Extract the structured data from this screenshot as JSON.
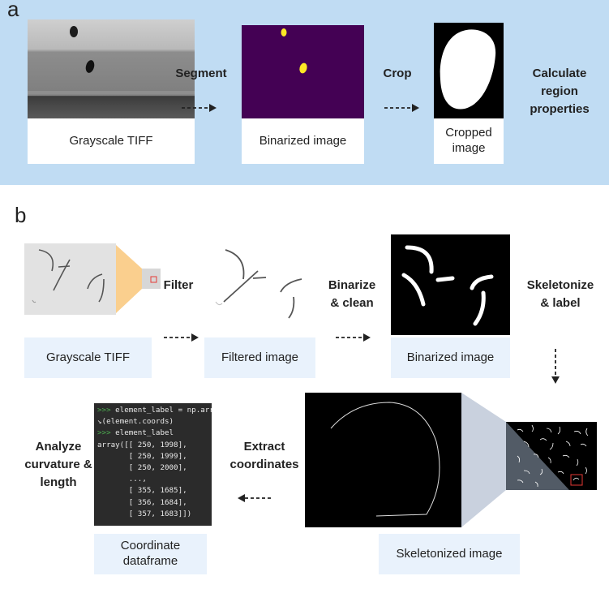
{
  "panel_a": {
    "letter": "a",
    "steps": [
      "Segment",
      "Crop",
      "Calculate\nregion\nproperties"
    ],
    "labels": [
      "Grayscale TIFF",
      "Binarized image",
      "Cropped\nimage"
    ]
  },
  "panel_b": {
    "letter": "b",
    "steps": {
      "filter": "Filter",
      "binarize": "Binarize\n& clean",
      "skeletonize": "Skeletonize\n& label",
      "extract": "Extract\ncoordinates",
      "analyze": "Analyze\ncurvature &\nlength"
    },
    "labels": {
      "grayscale": "Grayscale TIFF",
      "filtered": "Filtered image",
      "binarized": "Binarized image",
      "skeletonized": "Skeletonized image",
      "dataframe": "Coordinate\ndataframe"
    },
    "code_lines": [
      {
        "prompt": ">>> ",
        "text": "element_label = np.array"
      },
      {
        "prompt": "",
        "text": "↘(element.coords)"
      },
      {
        "prompt": ">>> ",
        "text": "element_label"
      },
      {
        "prompt": "",
        "text": "array([[ 250, 1998],"
      },
      {
        "prompt": "",
        "text": "       [ 250, 1999],"
      },
      {
        "prompt": "",
        "text": "       [ 250, 2000],"
      },
      {
        "prompt": "",
        "text": "       ...,"
      },
      {
        "prompt": "",
        "text": "       [ 355, 1685],"
      },
      {
        "prompt": "",
        "text": "       [ 356, 1684],"
      },
      {
        "prompt": "",
        "text": "       [ 357, 1683]])"
      }
    ]
  },
  "colors": {
    "panel_a_bg": "#c0dcf3",
    "label_bg": "#e9f2fc",
    "binary_purple": "#440154",
    "binary_yellow": "#fde725",
    "zoom_orange": "#f9c77a",
    "zoom_gray": "#8a9aaa",
    "code_bg": "#2b2b2b",
    "prompt_green": "#4caf50",
    "highlight_red": "#e53935"
  }
}
